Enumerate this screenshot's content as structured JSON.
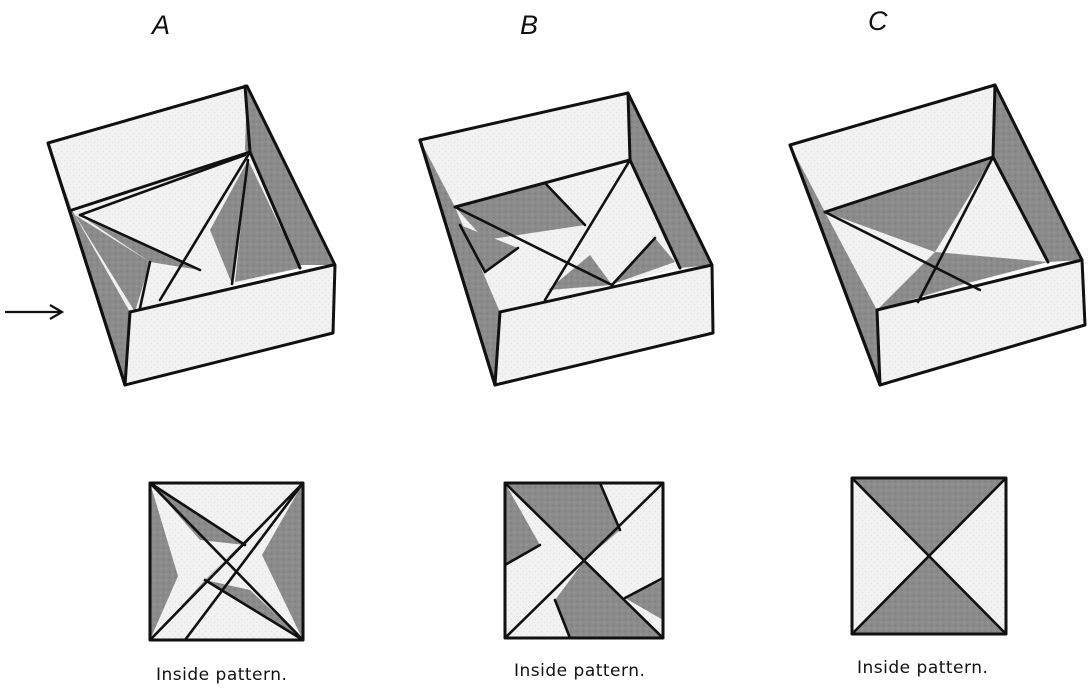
{
  "figures": [
    {
      "id": "A",
      "label": "A",
      "caption": "Inside pattern."
    },
    {
      "id": "B",
      "label": "B",
      "caption": "Inside pattern."
    },
    {
      "id": "C",
      "label": "C",
      "caption": "Inside pattern."
    }
  ],
  "colors": {
    "dark": "#8c8c8c",
    "light": "#efefef",
    "line": "#111111",
    "background": "#ffffff"
  },
  "indicator": {
    "icon": "arrow-right-icon"
  }
}
